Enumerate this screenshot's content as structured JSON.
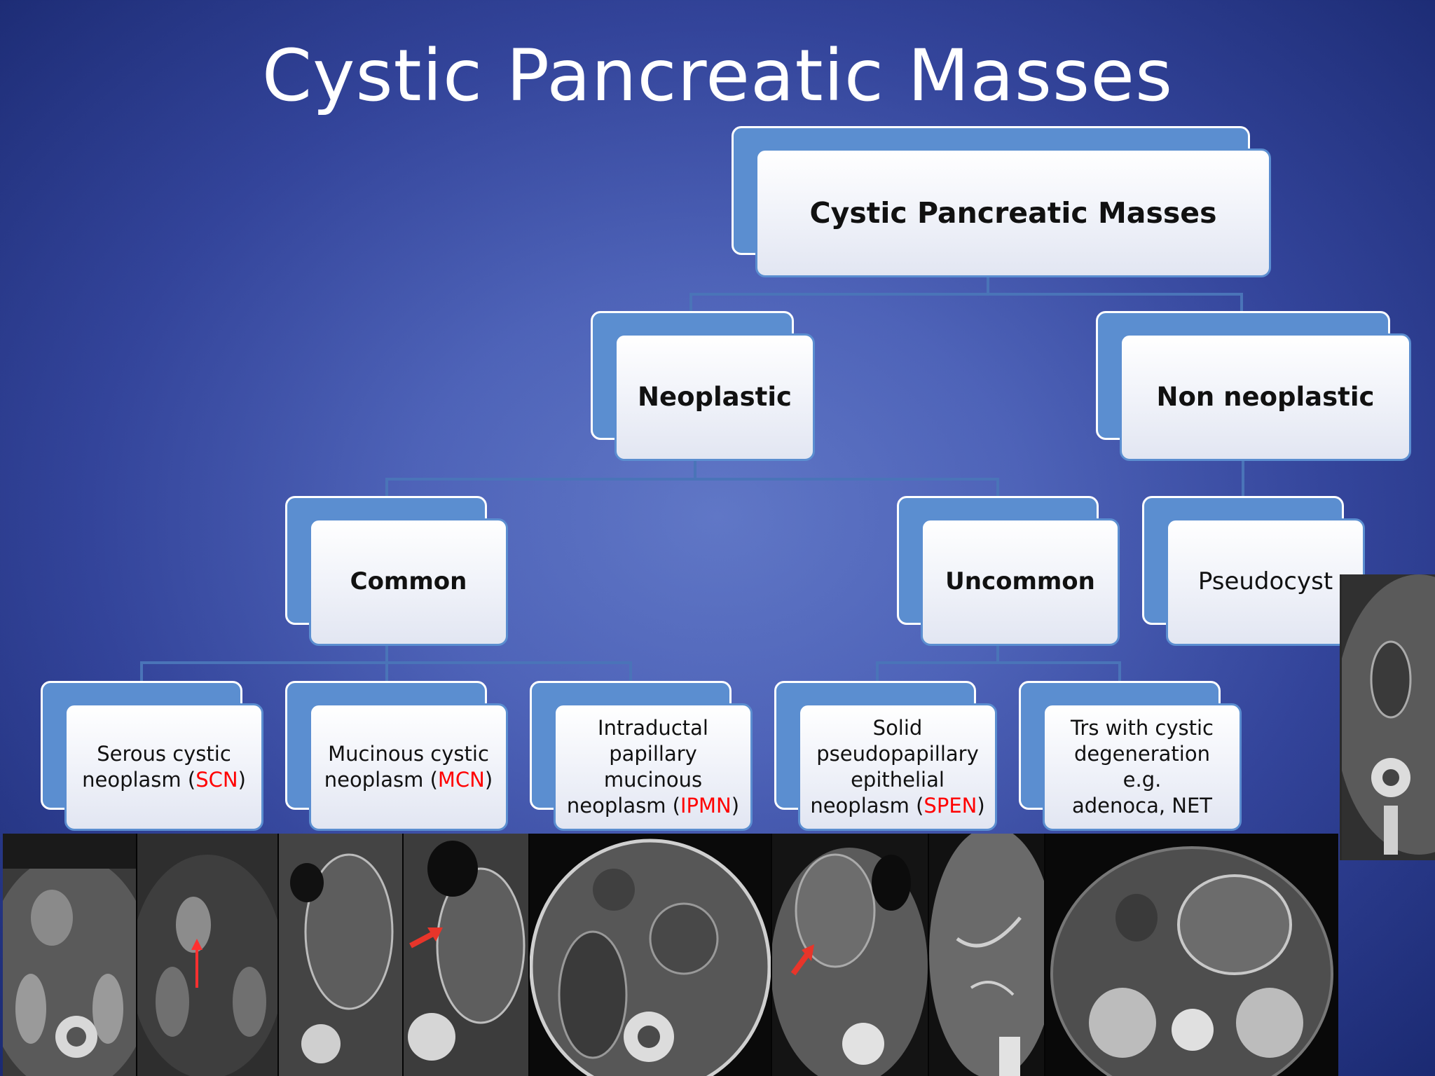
{
  "title": "Cystic Pancreatic Masses",
  "diagram": {
    "root": "Cystic Pancreatic Masses",
    "level1": {
      "neoplastic": "Neoplastic",
      "non_neoplastic": "Non neoplastic"
    },
    "level2": {
      "common": "Common",
      "uncommon": "Uncommon",
      "pseudocyst": "Pseudocyst"
    },
    "leaves": {
      "scn": {
        "line1": "Serous cystic",
        "line2_prefix": "neoplasm (",
        "abbr": "SCN",
        "suffix": ")"
      },
      "mcn": {
        "line1": "Mucinous cystic",
        "line2_prefix": "neoplasm (",
        "abbr": "MCN",
        "suffix": ")"
      },
      "ipmn": {
        "line1": "Intraductal",
        "line2": "papillary",
        "line3": "mucinous",
        "line4_prefix": "neoplasm (",
        "abbr": "IPMN",
        "suffix": ")"
      },
      "spen": {
        "line1": "Solid",
        "line2": "pseudopapillary",
        "line3": "epithelial",
        "line4_prefix": "neoplasm (",
        "abbr": "SPEN",
        "suffix": ")"
      },
      "trs": {
        "line1": "Trs with cystic",
        "line2": "degeneration e.g.",
        "line3": "adenoca,  NET"
      }
    }
  },
  "colors": {
    "background": "#4e63b8",
    "node_back": "#5b8ed0",
    "abbreviation": "#ff0000",
    "connector": "#4a74b8"
  },
  "images": [
    {
      "name": "scn-ct-1",
      "modality": "CT"
    },
    {
      "name": "scn-ct-2",
      "modality": "CT",
      "annotation": "red-arrow"
    },
    {
      "name": "mcn-ct-1",
      "modality": "CT"
    },
    {
      "name": "mcn-ct-2",
      "modality": "CT",
      "annotation": "red-arrow"
    },
    {
      "name": "ipmn-ct",
      "modality": "CT"
    },
    {
      "name": "spen-ct-1",
      "modality": "CT",
      "annotation": "red-arrow"
    },
    {
      "name": "spen-ct-2",
      "modality": "CT"
    },
    {
      "name": "trs-ct",
      "modality": "CT"
    },
    {
      "name": "pseudocyst-ct",
      "modality": "CT"
    }
  ]
}
